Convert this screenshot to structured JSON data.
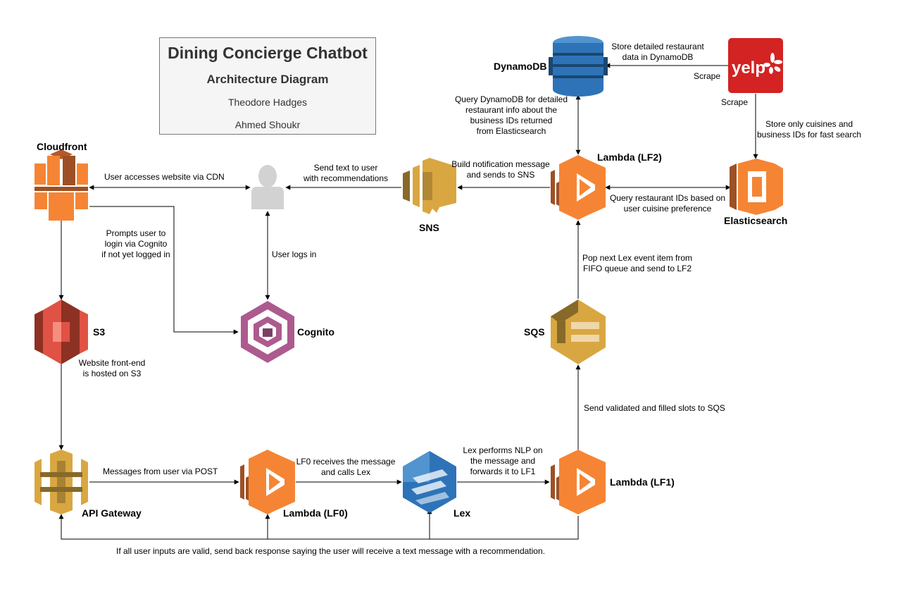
{
  "title": {
    "main": "Dining Concierge Chatbot",
    "subtitle": "Architecture Diagram",
    "authors": [
      "Theodore Hadges",
      "Ahmed Shoukr"
    ]
  },
  "services": {
    "cloudfront": "Cloudfront",
    "s3": "S3",
    "api_gateway": "API Gateway",
    "cognito": "Cognito",
    "lambda_lf0": "Lambda (LF0)",
    "lex": "Lex",
    "lambda_lf1": "Lambda (LF1)",
    "sqs": "SQS",
    "lambda_lf2": "Lambda (LF2)",
    "sns": "SNS",
    "dynamodb": "DynamoDB",
    "elasticsearch": "Elasticsearch",
    "yelp": "yelp"
  },
  "edges": {
    "cdn": "User accesses website via CDN",
    "cognito_prompt": [
      "Prompts user to",
      "login via Cognito",
      "if not yet logged in"
    ],
    "user_logs_in": "User logs in",
    "s3_hosted": [
      "Website front-end",
      "is hosted on S3"
    ],
    "post": "Messages from user via POST",
    "lf0_calls_lex": [
      "LF0 receives the message",
      "and calls Lex"
    ],
    "lex_nlp": [
      "Lex performs NLP on",
      "the message and",
      "forwards it to LF1"
    ],
    "to_sqs": "Send validated and filled slots to SQS",
    "pop_queue": [
      "Pop next Lex event item from",
      "FIFO queue and send to LF2"
    ],
    "query_es": [
      "Query restaurant IDs based on",
      "user cuisine preference"
    ],
    "query_dynamo": [
      "Query DynamoDB for detailed",
      "restaurant info about the",
      "business IDs returned",
      "from Elasticsearch"
    ],
    "build_notification": [
      "Build notification message",
      "and sends to SNS"
    ],
    "send_text": [
      "Send text to user",
      "with recommendations"
    ],
    "store_dynamo": [
      "Store detailed restaurant",
      "data in DynamoDB"
    ],
    "scrape_1": "Scrape",
    "scrape_2": "Scrape",
    "store_es": [
      "Store only cuisines and",
      "business IDs for fast search"
    ],
    "response_back": "If all user inputs are valid, send back response saying the user will receive a text message with a recommendation."
  },
  "colors": {
    "lambda": "#F58534",
    "cloudfront": "#F58534",
    "s3": "#E05243",
    "api_gateway": "#D9A741",
    "cognito": "#AD5A8F",
    "lex": "#2E73B8",
    "sqs": "#D9A741",
    "sns": "#D9A741",
    "dynamodb": "#2E73B8",
    "elasticsearch": "#F58534",
    "yelp": "#D32323",
    "user": "#CCCCCC"
  }
}
